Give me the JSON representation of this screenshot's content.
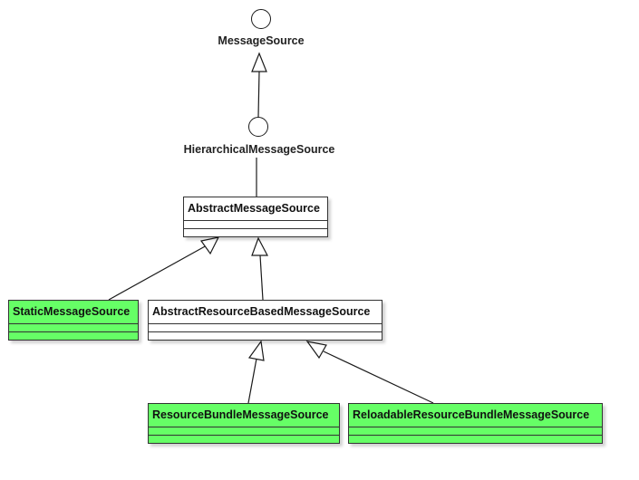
{
  "interfaces": {
    "message_source": "MessageSource",
    "hierarchical_message_source": "HierarchicalMessageSource"
  },
  "classes": {
    "abstract_message_source": "AbstractMessageSource",
    "static_message_source": "StaticMessageSource",
    "abstract_resource_based_message_source": "AbstractResourceBasedMessageSource",
    "resource_bundle_message_source": "ResourceBundleMessageSource",
    "reloadable_resource_bundle_message_source": "ReloadableResourceBundleMessageSource"
  },
  "colors": {
    "highlight": "#66ff66",
    "line": "#1a1a1a"
  }
}
